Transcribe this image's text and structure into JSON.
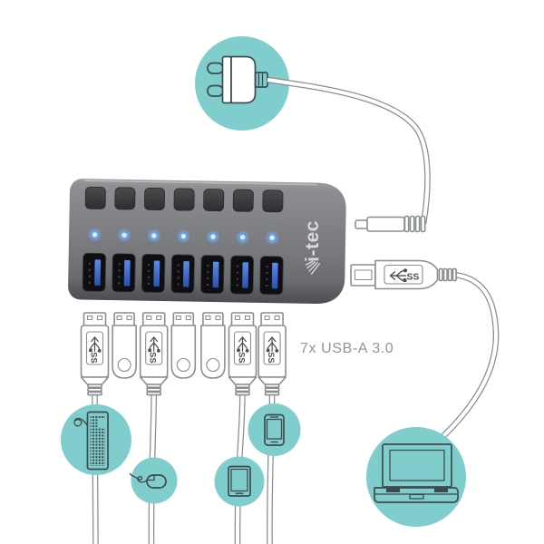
{
  "illustration": {
    "brand_logo": "i-tec",
    "caption": "7x USB-A 3.0",
    "ss_label": "SS"
  },
  "hub": {
    "button_count": 7,
    "led_count": 7,
    "port_count": 7,
    "ports": [
      {
        "index": 1,
        "occupant": "usb-cable",
        "connected_to": "keyboard"
      },
      {
        "index": 2,
        "occupant": "usb-flash-drive",
        "connected_to": null
      },
      {
        "index": 3,
        "occupant": "usb-cable",
        "connected_to": "mouse"
      },
      {
        "index": 4,
        "occupant": "usb-flash-drive",
        "connected_to": null
      },
      {
        "index": 5,
        "occupant": "usb-flash-drive",
        "connected_to": null
      },
      {
        "index": 6,
        "occupant": "usb-cable",
        "connected_to": "tablet"
      },
      {
        "index": 7,
        "occupant": "usb-cable",
        "connected_to": "smartphone"
      }
    ]
  },
  "peripherals": [
    "power-adapter",
    "keyboard",
    "mouse",
    "tablet",
    "smartphone",
    "laptop"
  ],
  "icons": [
    "power-plug-icon",
    "superspeed-usb-logo",
    "keyboard-icon",
    "mouse-icon",
    "tablet-icon",
    "smartphone-icon",
    "laptop-icon",
    "usb-flash-drive",
    "usb-cable-plug"
  ],
  "colors": {
    "accent_teal": "#7fcdcd",
    "led_blue": "#5ba6f5",
    "port_blue": "#3566cc",
    "hub_gray": "#7b7c7f",
    "outline_gray": "#8a8e90",
    "icon_stroke": "#3f4a4c",
    "caption_gray": "#909497",
    "background": "#ffffff"
  }
}
